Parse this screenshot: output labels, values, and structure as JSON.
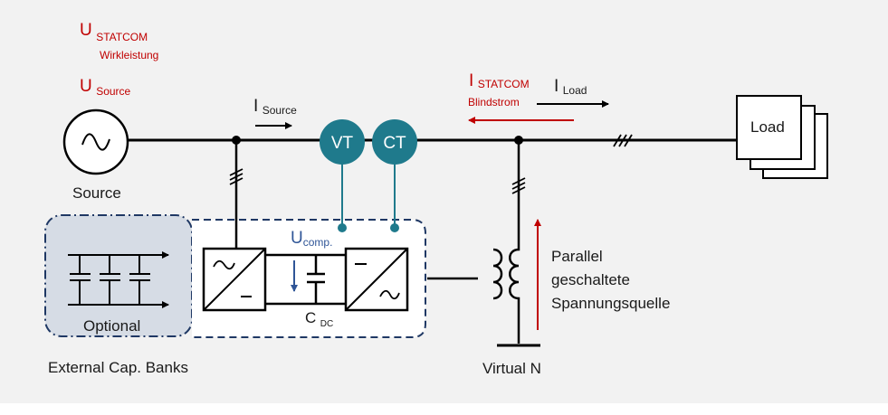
{
  "labels": {
    "u_statcom": {
      "main": "U",
      "sub": "STATCOM",
      "note": "Wirkleistung"
    },
    "u_source": {
      "main": "U",
      "sub": "Source"
    },
    "i_source": {
      "main": "I",
      "sub": "Source"
    },
    "i_statcom": {
      "main": "I",
      "sub": "STATCOM",
      "note": "Blindstrom"
    },
    "i_load": {
      "main": "I",
      "sub": "Load"
    },
    "source": "Source",
    "vt": "VT",
    "ct": "CT",
    "load": "Load",
    "u_comp": {
      "main": "U",
      "sub": "comp."
    },
    "c_dc": {
      "main": "C",
      "sub": "DC"
    },
    "optional": "Optional",
    "external_cap_banks": "External Cap. Banks",
    "parallel_source": [
      "Parallel",
      "geschaltete",
      "Spannungsquelle"
    ],
    "virtual_n": "Virtual N"
  },
  "colors": {
    "accent_red": "#c00000",
    "node_teal": "#1f7a8c",
    "comp_blue": "#2f5597",
    "dashed_navy": "#1f3864",
    "optional_fill": "#d6dce5"
  }
}
